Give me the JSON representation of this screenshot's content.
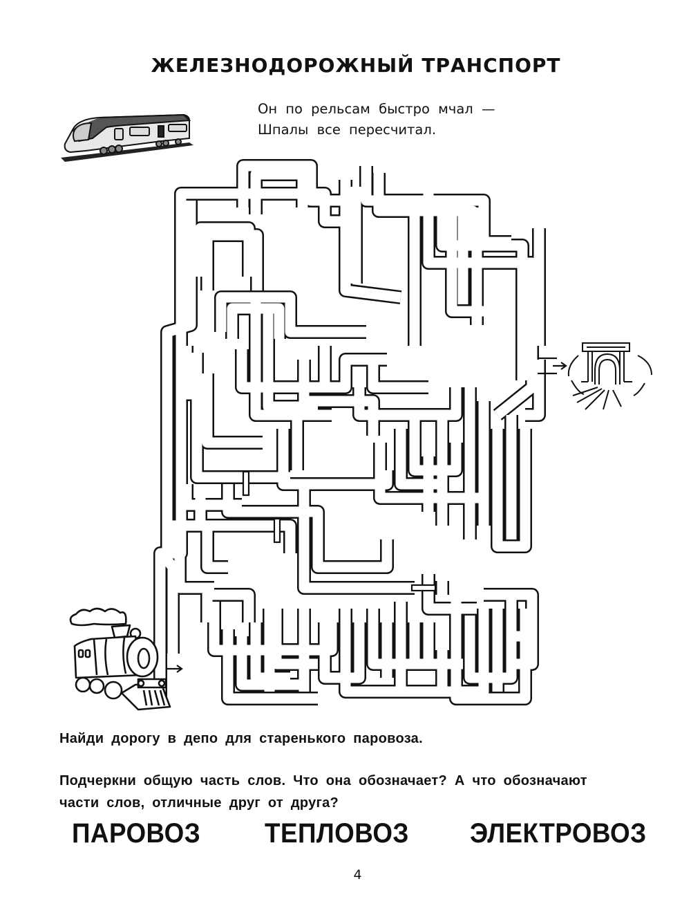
{
  "page": {
    "title": "ЖЕЛЕЗНОДОРОЖНЫЙ  ТРАНСПОРТ",
    "poem": [
      "Он по рельсам быстро мчал —",
      "Шпалы все пересчитал."
    ],
    "illustrations": {
      "top_left": "modern-passenger-train",
      "maze_start": "steam-locomotive",
      "maze_end": "tunnel-depot"
    },
    "maze": {
      "start_arrow": "arrow-right",
      "end_arrow": "arrow-right"
    },
    "task_find_path": "Найди дорогу в депо для старенького паровоза.",
    "task_words": [
      "Подчеркни общую часть слов. Что она обозначает? А что обозначают",
      "части слов, отличные друг от друга?"
    ],
    "words": [
      "ПАРОВОЗ",
      "ТЕПЛОВОЗ",
      "ЭЛЕКТРОВОЗ"
    ],
    "page_number": "4"
  }
}
